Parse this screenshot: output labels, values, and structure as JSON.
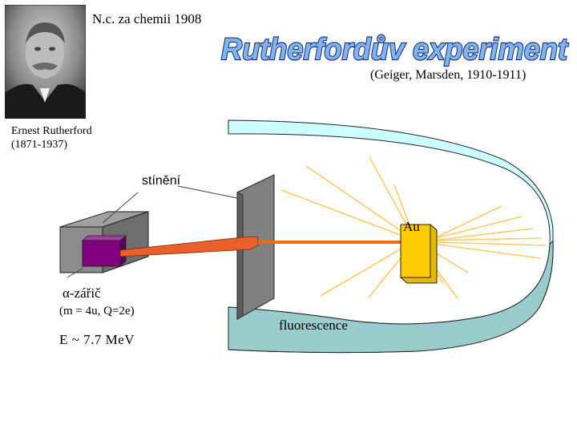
{
  "header": {
    "nobel": "N.c. za chemii 1908",
    "title": "Rutherfordův experiment",
    "authors": "(Geiger, Marsden,   1910-1911)"
  },
  "portrait": {
    "name": "Ernest Rutherford",
    "years": "(1871-1937)"
  },
  "labels": {
    "shield": "stínění",
    "gold": "Au",
    "source": "α-zářič",
    "particle": "(m = 4u, Q=2e)",
    "energy": "E ~ 7.7 MeV",
    "screen": "fluorescence"
  },
  "colors": {
    "screen_ring": "#ccffff",
    "screen_ring_front": "#99cccc",
    "shield": "#808080",
    "foil": "#ffcc00",
    "beam": "#ff6600",
    "rays": "#ffcc66",
    "source_box": "#808080",
    "source_core": "#800080",
    "title_fill": "#7fb4ee"
  }
}
